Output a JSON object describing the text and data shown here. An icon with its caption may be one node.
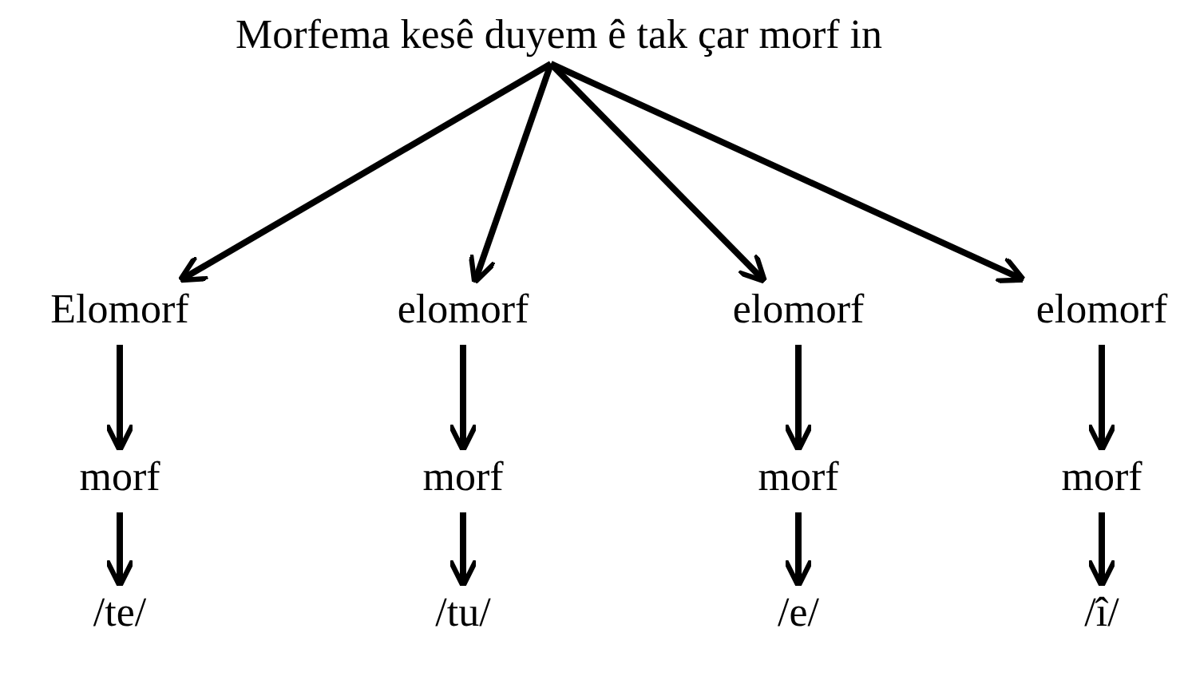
{
  "diagram": {
    "nodes": [
      {
        "text": [
          "Morfema kesê duyem ê tak çar morf in"
        ]
      },
      {
        "text": [
          "Elomorf"
        ]
      },
      {
        "text": [
          "elomorf"
        ]
      },
      {
        "text": [
          "elomorf"
        ]
      },
      {
        "text": [
          "elomorf"
        ]
      },
      {
        "text": [
          "morf"
        ]
      },
      {
        "text": [
          "morf"
        ]
      },
      {
        "text": [
          "morf"
        ]
      },
      {
        "text": [
          "morf"
        ]
      },
      {
        "text": [
          "/te/"
        ]
      },
      {
        "text": [
          "/tu/"
        ]
      },
      {
        "text": [
          "/e/"
        ]
      },
      {
        "text": [
          "/î/"
        ]
      }
    ],
    "edges": [
      {
        "from": 0,
        "to": 1,
        "arrow": "to"
      },
      {
        "from": 0,
        "to": 2,
        "arrow": "to"
      },
      {
        "from": 0,
        "to": 3,
        "arrow": "to"
      },
      {
        "from": 0,
        "to": 4,
        "arrow": "to"
      },
      {
        "from": 1,
        "to": 5,
        "arrow": "to"
      },
      {
        "from": 2,
        "to": 6,
        "arrow": "to"
      },
      {
        "from": 3,
        "to": 7,
        "arrow": "to"
      },
      {
        "from": 4,
        "to": 8,
        "arrow": "to"
      },
      {
        "from": 5,
        "to": 9,
        "arrow": "to"
      },
      {
        "from": 6,
        "to": 10,
        "arrow": "to"
      },
      {
        "from": 7,
        "to": 11,
        "arrow": "to"
      },
      {
        "from": 8,
        "to": 12,
        "arrow": "to"
      }
    ]
  }
}
